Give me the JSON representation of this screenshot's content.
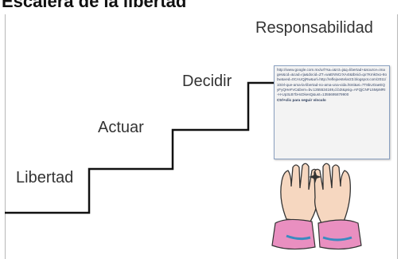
{
  "slide": {
    "title": "Escalera de la libertad",
    "steps": [
      {
        "label": "Libertad"
      },
      {
        "label": "Actuar"
      },
      {
        "label": "Decidir"
      },
      {
        "label": "Responsabilidad"
      }
    ],
    "tooltip": {
      "url_text": "http://www.google.com.mx/url?sa=i&rct=j&q=libertad+&source=images&cd=&cad=rja&docid=ZT=waENNCrXA4I&tbnid=qx7Kmk0xo-8obw&ved=0CAUQjRw&url=http://reflejoestelar23.blogspot.com/2011/10/el-que-ama-la-libertad-no-ama-una-vida.html&ei=7T8bUOaeEQyFyQHeFvC&bvm=bv.1355534169,d.b2I&psig=AFQjCNFL5MpMRI-H-Up3LB7bHcDkesQ&ust=1355695879900",
      "hint": "Ctrl+clic para seguir vínculo"
    },
    "colors": {
      "stair_line": "#111111",
      "tooltip_bg": "#f3f3f3",
      "tooltip_border": "#8aa0c0"
    }
  }
}
